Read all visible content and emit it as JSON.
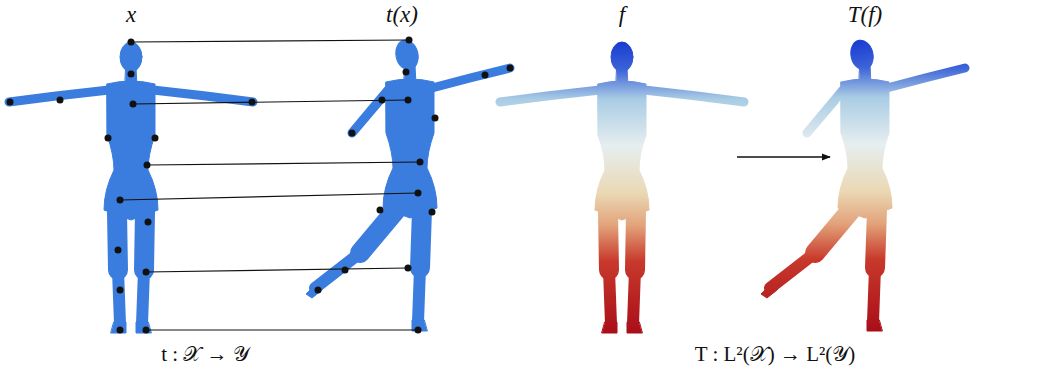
{
  "diagram": {
    "nodes": [
      {
        "text": [
          "x"
        ]
      },
      {
        "text": [
          "t(x)"
        ]
      },
      {
        "text": [
          "f"
        ]
      },
      {
        "text": [
          "T(f)"
        ]
      }
    ],
    "edges": [
      {
        "from": 2,
        "to": 3,
        "arrow": "to"
      }
    ],
    "labels": [
      "t : 𝒳 → 𝒴",
      "T : L²(𝒳) → L²(𝒴)"
    ]
  }
}
